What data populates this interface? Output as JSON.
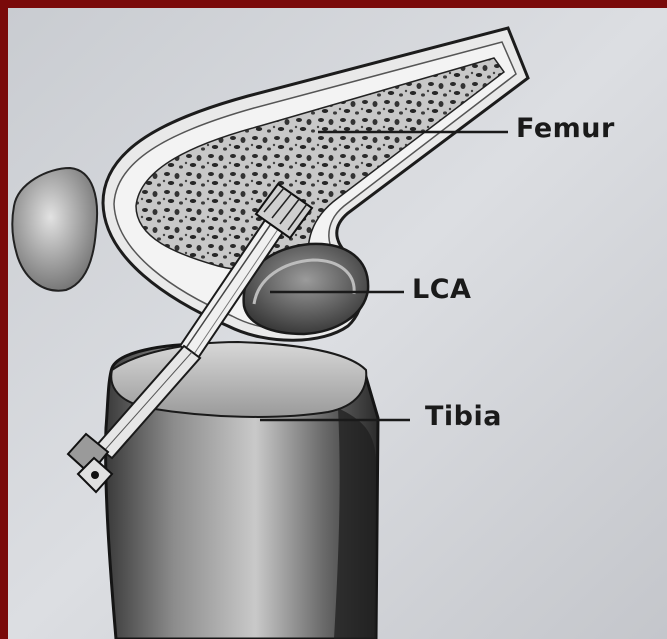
{
  "labels": {
    "femur": "Femur",
    "lca": "LCA",
    "tibia": "Tibia"
  },
  "colors": {
    "frame": "#7a0a0a",
    "paper": "#d6d8dc",
    "ink": "#1a1a1a"
  }
}
